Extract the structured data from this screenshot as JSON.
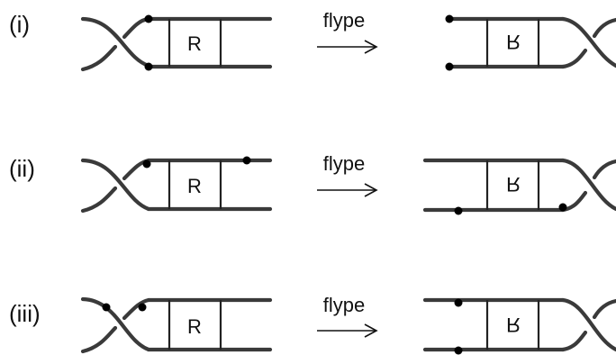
{
  "rows": [
    {
      "label": "(i)",
      "operation": "flype",
      "box_label": "R",
      "box_label_flipped": "R"
    },
    {
      "label": "(ii)",
      "operation": "flype",
      "box_label": "R",
      "box_label_flipped": "R"
    },
    {
      "label": "(iii)",
      "operation": "flype",
      "box_label": "R",
      "box_label_flipped": "R"
    }
  ]
}
